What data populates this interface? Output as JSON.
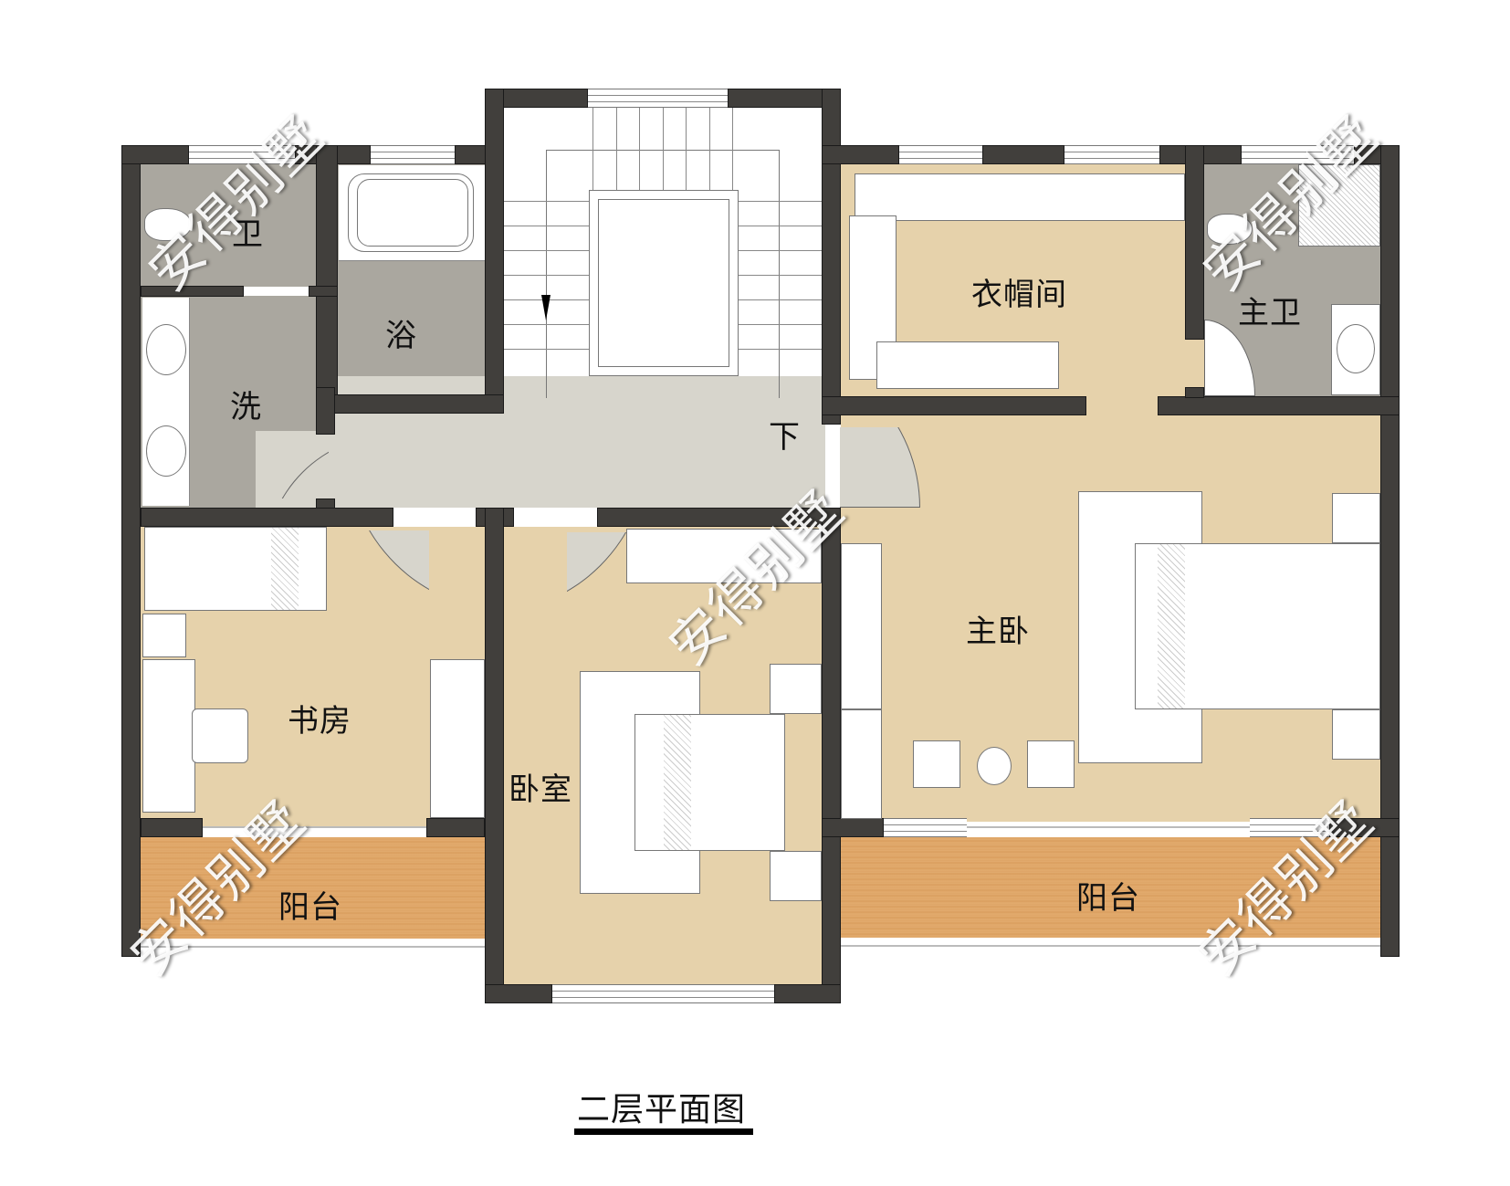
{
  "drawing": {
    "title": "二层平面图",
    "watermark": "安得别墅",
    "colors": {
      "wall": "#413f3c",
      "wet_floor": "#aaa79f",
      "hall_floor": "#d7d5cc",
      "room_floor": "#e6d2ab",
      "balcony_floor": "#dea466"
    }
  },
  "rooms": {
    "toilet": "卫",
    "bath": "浴",
    "wash": "洗",
    "closet": "衣帽间",
    "master_bath": "主卫",
    "stair_down": "下",
    "study": "书房",
    "bedroom": "卧室",
    "master_bedroom": "主卧",
    "balcony_left": "阳台",
    "balcony_right": "阳台"
  }
}
